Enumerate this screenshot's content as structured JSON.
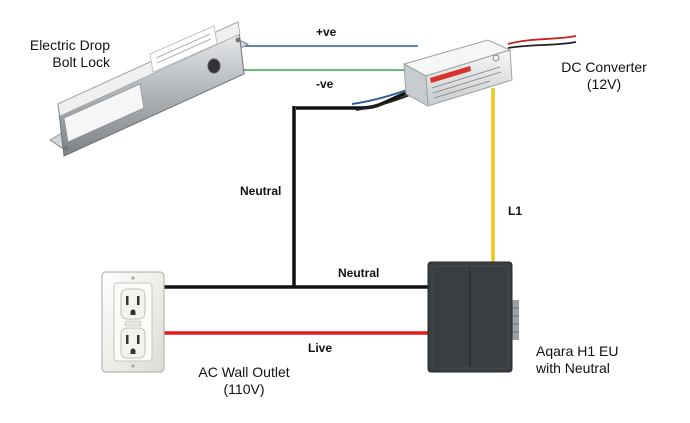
{
  "components": {
    "lock": {
      "line1": "Electric Drop",
      "line2": "Bolt Lock"
    },
    "converter": {
      "line1": "DC Converter",
      "line2": "(12V)"
    },
    "outlet": {
      "line1": "AC Wall Outlet",
      "line2": "(110V)"
    },
    "switch": {
      "line1": "Aqara H1 EU",
      "line2": "with Neutral"
    }
  },
  "wires": {
    "positive": "+ve",
    "negative": "-ve",
    "neutral_vertical": "Neutral",
    "neutral_horizontal": "Neutral",
    "l1": "L1",
    "live": "Live"
  },
  "colors": {
    "positive_wire": "#2b5f9e",
    "negative_wire": "#2ea84a",
    "neutral_wire": "#111111",
    "live_wire": "#e21a1a",
    "l1_wire": "#f0c419",
    "switch_body": "#3a3d42",
    "outlet_plate": "#f2f2ee",
    "converter_body": "#e9ebec",
    "lock_body": "#c9ccd0"
  },
  "icons": {
    "lock": "electric-drop-bolt-lock-icon",
    "converter": "dc-converter-icon",
    "outlet": "ac-wall-outlet-icon",
    "switch": "wall-switch-icon"
  }
}
